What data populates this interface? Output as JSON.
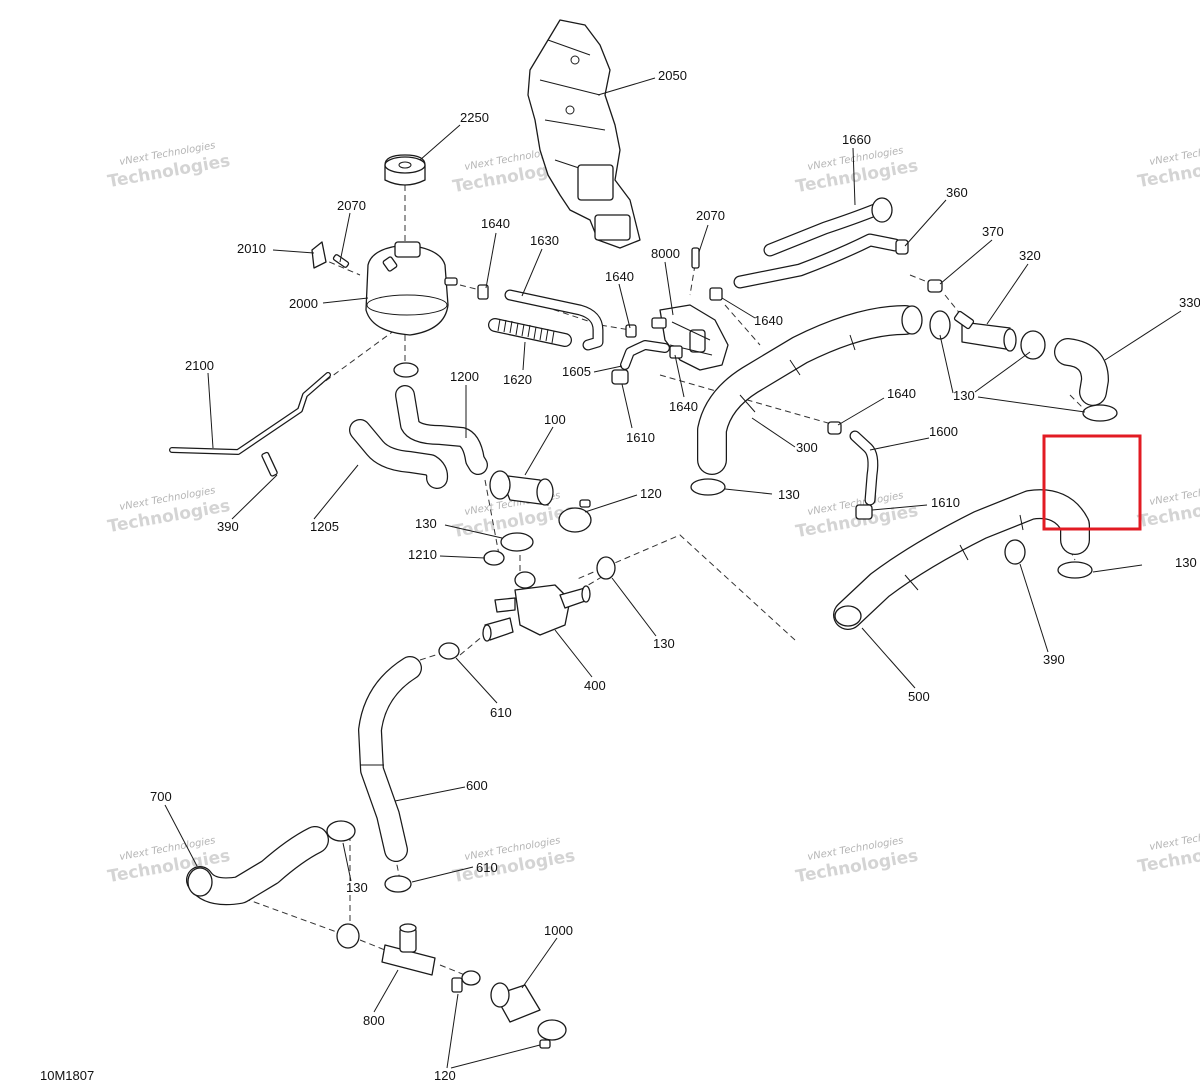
{
  "watermark": {
    "line1": "vNext Technologies",
    "line2": "Technologies"
  },
  "drawing_code": "10M1807",
  "highlight_color": "#e21b23",
  "labels": {
    "l2050": "2050",
    "l2250": "2250",
    "l1660": "1660",
    "l2070a": "2070",
    "l2010": "2010",
    "l2000": "2000",
    "l1640a": "1640",
    "l1630": "1630",
    "l1640b": "1640",
    "l2070b": "2070",
    "l8000": "8000",
    "l360": "360",
    "l370": "370",
    "l320": "320",
    "l330": "330",
    "l1640c": "1640",
    "l1620": "1620",
    "l1605": "1605",
    "l1640d": "1640",
    "l1610a": "1610",
    "l130a": "130",
    "l2100": "2100",
    "l1200": "1200",
    "l100": "100",
    "l1640e": "1640",
    "l1600": "1600",
    "l300": "300",
    "l130b": "130",
    "l120a": "120",
    "l1610b": "1610",
    "l390a": "390",
    "l1205": "1205",
    "l130c": "130",
    "l1210": "1210",
    "l130d": "130",
    "l130e": "130",
    "l390b": "390",
    "l400": "400",
    "l500": "500",
    "l610a": "610",
    "l600": "600",
    "l700": "700",
    "l130f": "130",
    "l610b": "610",
    "l1000": "1000",
    "l800": "800",
    "l120b": "120"
  }
}
